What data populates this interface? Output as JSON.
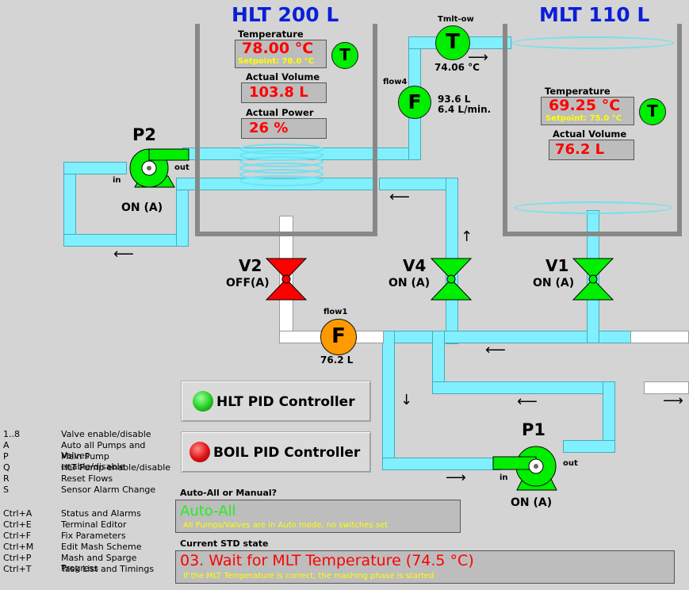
{
  "hlt": {
    "title": "HLT 200 L",
    "temp_label": "Temperature",
    "temp_value": "78.00 °C",
    "setpoint": "Setpoint: 78.0 °C",
    "vol_label": "Actual Volume",
    "vol_value": "103.8 L",
    "power_label": "Actual Power",
    "power_value": "26 %",
    "sensor": "T"
  },
  "mlt": {
    "title": "MLT 110 L",
    "temp_label": "Temperature",
    "temp_value": "69.25 °C",
    "setpoint": "Setpoint: 75.0 °C",
    "vol_label": "Actual Volume",
    "vol_value": "76.2 L",
    "sensor": "T"
  },
  "tmlt_out": {
    "label": "Tmlt-ow",
    "symbol": "T",
    "value": "74.06 °C"
  },
  "flow4": {
    "label": "flow4",
    "symbol": "F",
    "volume": "93.6 L",
    "rate": "6.4 L/min."
  },
  "flow1": {
    "label": "flow1",
    "symbol": "F",
    "volume": "76.2 L"
  },
  "pumps": {
    "p2": {
      "name": "P2",
      "state": "ON (A)",
      "in": "in",
      "out": "out"
    },
    "p1": {
      "name": "P1",
      "state": "ON (A)",
      "in": "in",
      "out": "out"
    }
  },
  "valves": {
    "v2": {
      "name": "V2",
      "state": "OFF(A)",
      "color": "#ff0000"
    },
    "v4": {
      "name": "V4",
      "state": "ON (A)",
      "color": "#00ee00"
    },
    "v1": {
      "name": "V1",
      "state": "ON (A)",
      "color": "#00ee00"
    }
  },
  "buttons": {
    "hlt_pid": "HLT PID Controller",
    "boil_pid": "BOIL PID Controller"
  },
  "shortcuts": [
    {
      "key": "1..8",
      "desc": "Valve enable/disable"
    },
    {
      "key": "A",
      "desc": "Auto all Pumps and Valves"
    },
    {
      "key": "P",
      "desc": "Main Pump enable/disable"
    },
    {
      "key": "Q",
      "desc": "HLT Pump enable/disable"
    },
    {
      "key": "R",
      "desc": "Reset Flows"
    },
    {
      "key": "S",
      "desc": "Sensor Alarm Change"
    },
    {
      "key": "Ctrl+A",
      "desc": "Status and Alarms"
    },
    {
      "key": "Ctrl+E",
      "desc": "Terminal Editor"
    },
    {
      "key": "Ctrl+F",
      "desc": "Fix Parameters"
    },
    {
      "key": "Ctrl+M",
      "desc": "Edit Mash Scheme"
    },
    {
      "key": "Ctrl+P",
      "desc": "Mash and Sparge Progress"
    },
    {
      "key": "Ctrl+T",
      "desc": "Task List and Timings"
    }
  ],
  "auto_manual": {
    "label": "Auto-All or Manual?",
    "value": "Auto-All",
    "sub": "All Pumps/Valves are in Auto mode, no switches set"
  },
  "std_state": {
    "label": "Current STD state",
    "value": "03. Wait for MLT Temperature (74.5 °C)",
    "sub": "If the MLT Temperature is correct, the mashing phase is started"
  },
  "colors": {
    "title": "#0a1fd8",
    "value_red": "#ff0000",
    "setpoint_yellow": "#ffff00",
    "sensor_green": "#00ee00",
    "flow_orange": "#ff9900",
    "pipe_cyan": "#80f0ff",
    "led_green": "#22cc22",
    "led_red": "#dd1111"
  }
}
